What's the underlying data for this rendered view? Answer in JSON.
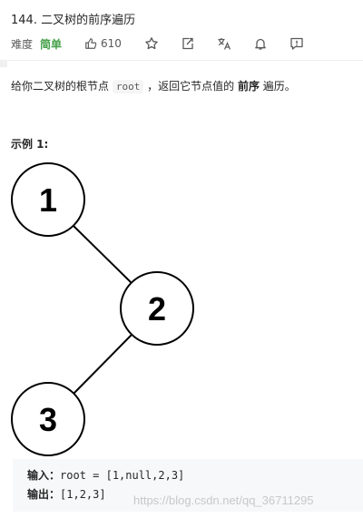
{
  "problem": {
    "title": "144. 二叉树的前序遍历",
    "difficulty_label": "难度",
    "difficulty": "简单",
    "likes": "610"
  },
  "icons": [
    "thumb-up-icon",
    "star-icon",
    "share-icon",
    "translate-icon",
    "bell-icon",
    "feedback-icon"
  ],
  "description": {
    "part1": "给你二叉树的根节点 ",
    "code": "root",
    "part2": " ，返回它节点值的 ",
    "bold": "前序",
    "part3": " 遍历。"
  },
  "example": {
    "heading": "示例 1:",
    "tree_nodes": [
      "1",
      "2",
      "3"
    ],
    "input_label": "输入：",
    "input_value": "root = [1,null,2,3]",
    "output_label": "输出：",
    "output_value": "[1,2,3]"
  },
  "watermark": "https://blog.csdn.net/qq_36711295",
  "colors": {
    "difficulty_easy": "#43a047",
    "code_bg": "#f7f8fa"
  }
}
